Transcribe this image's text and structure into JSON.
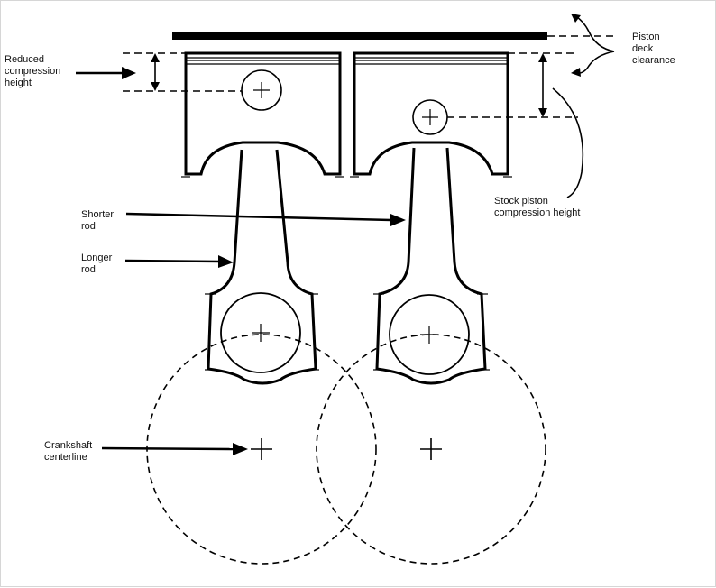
{
  "labels": {
    "reduced": [
      "Reduced",
      "compression",
      "height"
    ],
    "deck": [
      "Piston",
      "deck",
      "clearance"
    ],
    "stock": [
      "Stock piston",
      "compression height"
    ],
    "shorter": [
      "Shorter",
      "rod"
    ],
    "longer": [
      "Longer",
      "rod"
    ],
    "crank": [
      "Crankshaft",
      "centerline"
    ]
  }
}
